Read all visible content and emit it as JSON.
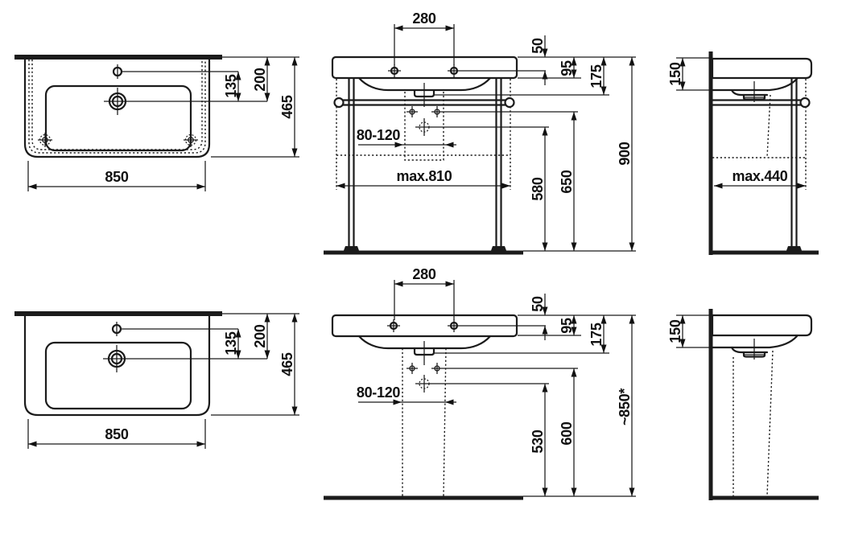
{
  "colors": {
    "line": "#1b1b1b",
    "background": "#ffffff"
  },
  "views": {
    "plan_console": {
      "width": "850",
      "depth": "465",
      "back_to_drain": "200",
      "tap_to_drain": "135"
    },
    "front_console": {
      "hole_spacing": "280",
      "top_to_hole": "50",
      "apron": "95",
      "top_to_outlet": "175",
      "trap_offset": "80-120",
      "frame_width": "max.810",
      "floor_to_trap": "580",
      "floor_to_fixing": "650",
      "floor_to_top": "900"
    },
    "side_console": {
      "front_drop": "150",
      "frame_depth": "max.440"
    },
    "plan_pedestal": {
      "width": "850",
      "depth": "465",
      "back_to_drain": "200",
      "tap_to_drain": "135"
    },
    "front_pedestal": {
      "hole_spacing": "280",
      "top_to_hole": "50",
      "apron": "95",
      "top_to_outlet": "175",
      "trap_offset": "80-120",
      "floor_to_trap": "530",
      "floor_to_fixing": "600",
      "floor_to_top": "~850*"
    },
    "side_pedestal": {
      "front_drop": "150"
    }
  }
}
